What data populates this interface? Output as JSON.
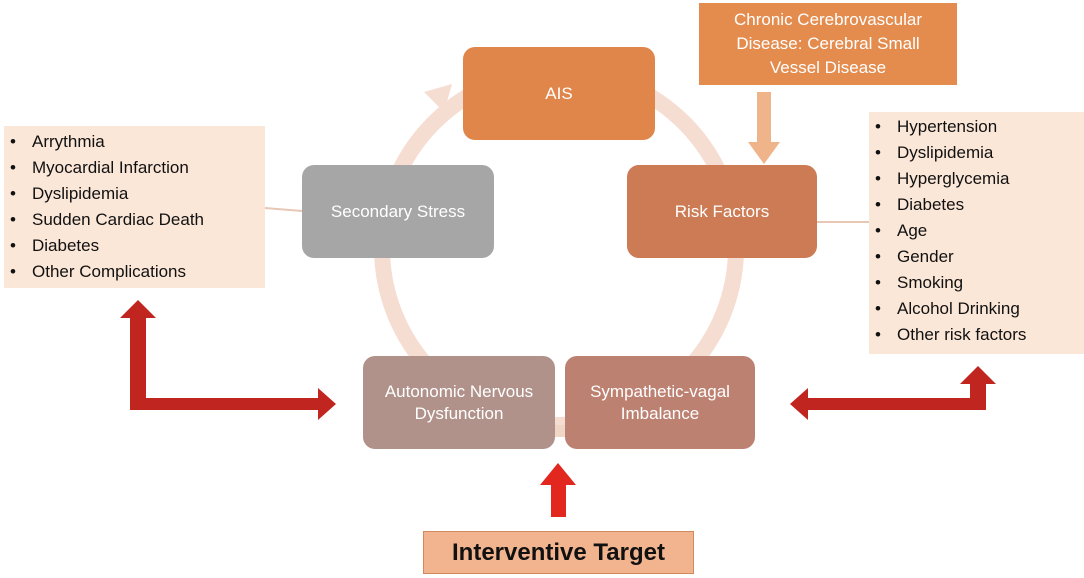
{
  "nodes": {
    "ais": "AIS",
    "risk_factors": "Risk Factors",
    "secondary_stress": "Secondary Stress",
    "ans_dysfunction": [
      "Autonomic Nervous",
      "Dysfunction"
    ],
    "sympathetic_vagal": [
      "Sympathetic-vagal",
      "Imbalance"
    ]
  },
  "chronic_box": [
    "Chronic Cerebrovascular",
    "Disease: Cerebral Small",
    "Vessel Disease"
  ],
  "left_list": {
    "items": [
      "Arrythmia",
      "Myocardial Infarction",
      "Dyslipidemia",
      "Sudden Cardiac Death",
      "Diabetes",
      "Other Complications"
    ]
  },
  "right_list": {
    "items": [
      "Hypertension",
      "Dyslipidemia",
      "Hyperglycemia",
      "Diabetes",
      "Age",
      "Gender",
      "Smoking",
      "Alcohol Drinking",
      "Other risk factors"
    ]
  },
  "target": "Interventive Target",
  "bullet": "•",
  "colors": {
    "ais": "#e0864a",
    "risk_factors": "#cd7b54",
    "secondary_stress": "#a6a6a6",
    "ans_dysfunction": "#b0928a",
    "sympathetic_vagal": "#bd8172",
    "chronic_box": "#e48c4e",
    "list_bg": "#fbe7d8",
    "cycle_ring": "#f6ddd2",
    "down_arrow": "#f0b48a",
    "red_arrow": "#c0261f",
    "target_bg": "#f2b48e"
  }
}
